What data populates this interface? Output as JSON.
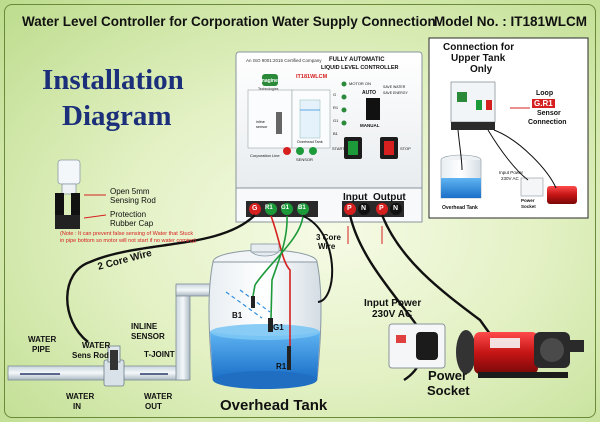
{
  "header": {
    "title": "Water Level Controller for Corporation Water Supply Connection",
    "model": "Model No. : IT181WLCM"
  },
  "installation": {
    "line1": "Installation",
    "line2": "Diagram"
  },
  "sensor_rod": {
    "open_label_1": "Open 5mm",
    "open_label_2": "Sensing Rod",
    "cap_label_1": "Protection",
    "cap_label_2": "Rubber Cap",
    "note_1": "(Note : It can prevent false sensing of Water that Stuck",
    "note_2": "in pipe bottom so motor will not start if no water coming)"
  },
  "controller": {
    "iso": "An ISO 9001:2015 Certified Company",
    "brand": "Imagine",
    "brand_sub": "Technologies",
    "title_1": "FULLY AUTOMATIC",
    "title_2": "LIQUID LEVEL CONTROLLER",
    "model": "IT181WLCM",
    "motor_on": "MOTOR ON",
    "levels": [
      "G",
      "R1",
      "G1",
      "B1"
    ],
    "auto": "AUTO",
    "manual": "MANUAL",
    "save": "SAVE WATER",
    "save2": "SAVE ENERGY",
    "start": "START",
    "stop": "STOP",
    "inline": "inline",
    "inline2": "sensor",
    "corp": "Corporation Line",
    "overhead": "Overhead Tank",
    "sensor": "SENSOR",
    "t_g": "G",
    "t_r1": "R1",
    "t_g1": "G1",
    "t_b1": "B1",
    "t_p": "P",
    "t_n": "N"
  },
  "terminals": {
    "left": [
      "G",
      "R1",
      "G1",
      "B1"
    ],
    "input_label": "Input",
    "output_label": "Output",
    "input": [
      "P",
      "N"
    ],
    "output": [
      "P",
      "N"
    ]
  },
  "wires": {
    "two_core": "2 Core Wire",
    "three_core_1": "3 Core",
    "three_core_2": "Wire"
  },
  "pipe": {
    "water_pipe_1": "WATER",
    "water_pipe_2": "PIPE",
    "sens_rod_1": "WATER",
    "sens_rod_2": "Sens Rod",
    "inline_1": "INLINE",
    "inline_2": "SENSOR",
    "tjoint": "T-JOINT",
    "in_1": "WATER",
    "in_2": "IN",
    "out_1": "WATER",
    "out_2": "OUT"
  },
  "tank": {
    "label": "Overhead Tank",
    "b1": "B1",
    "g1": "G1",
    "r1": "R1"
  },
  "power": {
    "input_1": "Input Power",
    "input_2": "230V AC",
    "socket_1": "Power",
    "socket_2": "Socket"
  },
  "inset": {
    "title_1": "Connection for",
    "title_2": "Upper Tank",
    "title_3": "Only",
    "loop": "Loop",
    "loop_code": "G.R1",
    "sensor": "Sensor",
    "connection": "Connection",
    "overhead": "Overhead Tank",
    "input_power_1": "Input Power",
    "input_power_2": "230V AC",
    "power_socket_1": "Power",
    "power_socket_2": "Socket"
  },
  "colors": {
    "navy": "#1c2f7a",
    "red": "#d62020",
    "green": "#1f9a3a",
    "tank_water": "#2f8fe0"
  }
}
